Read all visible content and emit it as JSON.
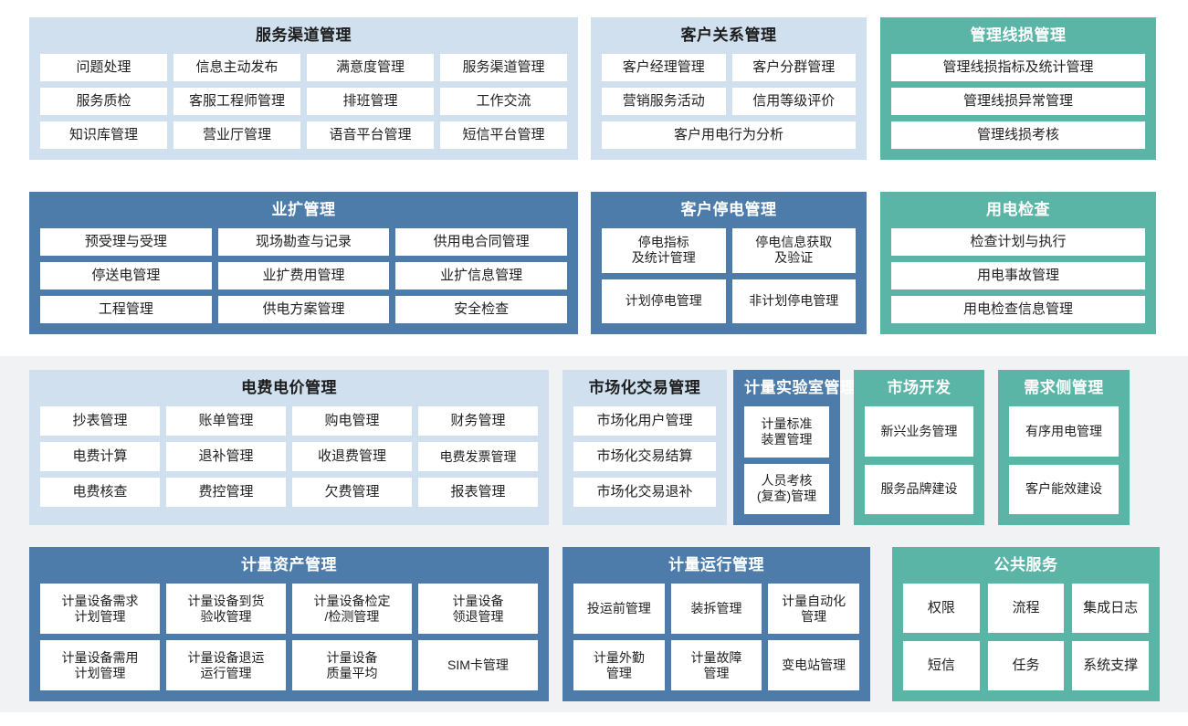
{
  "colors": {
    "light_blue": "#d0e0ef",
    "dark_blue": "#4d7cab",
    "teal": "#5bb5a6",
    "tile_white": "#ffffff",
    "band_gray": "#f1f2f4",
    "page_white": "#ffffff"
  },
  "rows": [
    {
      "id": "row1",
      "panels": [
        {
          "id": "service-channel-management",
          "title": "服务渠道管理",
          "style": "light-blue",
          "tiles": [
            "问题处理",
            "信息主动发布",
            "满意度管理",
            "服务渠道管理",
            "服务质检",
            "客服工程师管理",
            "排班管理",
            "工作交流",
            "知识库管理",
            "营业厅管理",
            "语音平台管理",
            "短信平台管理"
          ]
        },
        {
          "id": "customer-relationship-management",
          "title": "客户关系管理",
          "style": "light-blue",
          "tiles": [
            "客户经理管理",
            "客户分群管理",
            "营销服务活动",
            "信用等级评价",
            "客户用电行为分析"
          ]
        },
        {
          "id": "management-line-loss-management",
          "title": "管理线损管理",
          "style": "teal",
          "tiles": [
            "管理线损指标及统计管理",
            "管理线损异常管理",
            "管理线损考核"
          ]
        }
      ]
    },
    {
      "id": "row2",
      "panels": [
        {
          "id": "business-expansion-management",
          "title": "业扩管理",
          "style": "dark-blue",
          "tiles": [
            "预受理与受理",
            "现场勘查与记录",
            "供用电合同管理",
            "停送电管理",
            "业扩费用管理",
            "业扩信息管理",
            "工程管理",
            "供电方案管理",
            "安全检查"
          ]
        },
        {
          "id": "customer-outage-management",
          "title": "客户停电管理",
          "style": "dark-blue",
          "tiles": [
            "停电指标\n及统计管理",
            "停电信息获取\n及验证",
            "计划停电管理",
            "非计划停电管理"
          ]
        },
        {
          "id": "electricity-usage-inspection",
          "title": "用电检查",
          "style": "teal",
          "tiles": [
            "检查计划与执行",
            "用电事故管理",
            "用电检查信息管理"
          ]
        }
      ]
    },
    {
      "id": "row3",
      "panels": [
        {
          "id": "tariff-and-price-management",
          "title": "电费电价管理",
          "style": "light-blue",
          "tiles": [
            "抄表管理",
            "账单管理",
            "购电管理",
            "财务管理",
            "电费计算",
            "退补管理",
            "收退费管理",
            "电费发票管理",
            "电费核查",
            "费控管理",
            "欠费管理",
            "报表管理"
          ]
        },
        {
          "id": "market-trading-management",
          "title": "市场化交易管理",
          "style": "light-blue",
          "tiles": [
            "市场化用户管理",
            "市场化交易结算",
            "市场化交易退补"
          ]
        },
        {
          "id": "metering-laboratory-management",
          "title": "计量实验室管理",
          "style": "dark-blue",
          "tiles": [
            "计量标准\n装置管理",
            "人员考核\n(复查)管理"
          ]
        },
        {
          "id": "market-development",
          "title": "市场开发",
          "style": "teal",
          "tiles": [
            "新兴业务管理",
            "服务品牌建设"
          ]
        },
        {
          "id": "demand-side-management",
          "title": "需求侧管理",
          "style": "teal",
          "tiles": [
            "有序用电管理",
            "客户能效建设"
          ]
        }
      ]
    },
    {
      "id": "row4",
      "panels": [
        {
          "id": "metering-asset-management",
          "title": "计量资产管理",
          "style": "dark-blue",
          "tiles": [
            "计量设备需求\n计划管理",
            "计量设备到货\n验收管理",
            "计量设备检定\n/检测管理",
            "计量设备\n领退管理",
            "计量设备需用\n计划管理",
            "计量设备退运\n运行管理",
            "计量设备\n质量平均",
            "SIM卡管理"
          ]
        },
        {
          "id": "metering-operation-management",
          "title": "计量运行管理",
          "style": "dark-blue",
          "tiles": [
            "投运前管理",
            "装拆管理",
            "计量自动化\n管理",
            "计量外勤\n管理",
            "计量故障\n管理",
            "变电站管理"
          ]
        },
        {
          "id": "public-services",
          "title": "公共服务",
          "style": "teal",
          "tiles": [
            "权限",
            "流程",
            "集成日志",
            "短信",
            "任务",
            "系统支撑"
          ]
        }
      ]
    }
  ]
}
